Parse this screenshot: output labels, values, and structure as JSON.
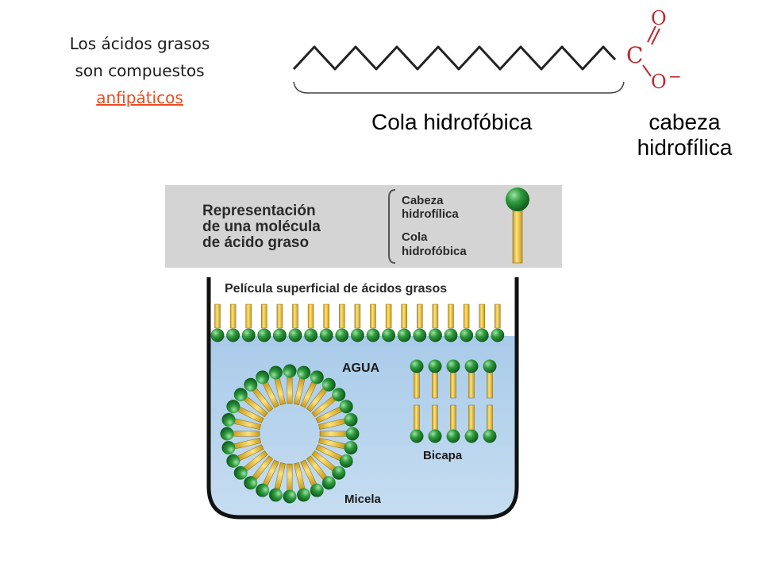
{
  "intro": {
    "line1": "Los ácidos grasos",
    "line2": "son compuestos",
    "link": "anfipáticos"
  },
  "formula": {
    "carbon": "C",
    "oxygen_double": "O",
    "oxygen_single": "O",
    "charge": "−"
  },
  "labels": {
    "tail": "Cola hidrofóbica",
    "head_line1": "cabeza",
    "head_line2": "hidrofílica"
  },
  "figure": {
    "legend_title": [
      "Representación",
      "de una molécula",
      "de ácido graso"
    ],
    "legend_head": [
      "Cabeza",
      "hidrofílica"
    ],
    "legend_tail": [
      "Cola",
      "hidrofóbica"
    ],
    "film": "Película superficial de ácidos grasos",
    "water": "AGUA",
    "bilayer": "Bicapa",
    "micelle": "Micela"
  },
  "colors": {
    "link": "#e84c22",
    "carboxyl": "#c0282e",
    "head_green": "#2e9a3c",
    "tail_yellow": "#f2cd3a",
    "water": "#b7d4ec",
    "legend_bg": "#d4d4d4"
  }
}
